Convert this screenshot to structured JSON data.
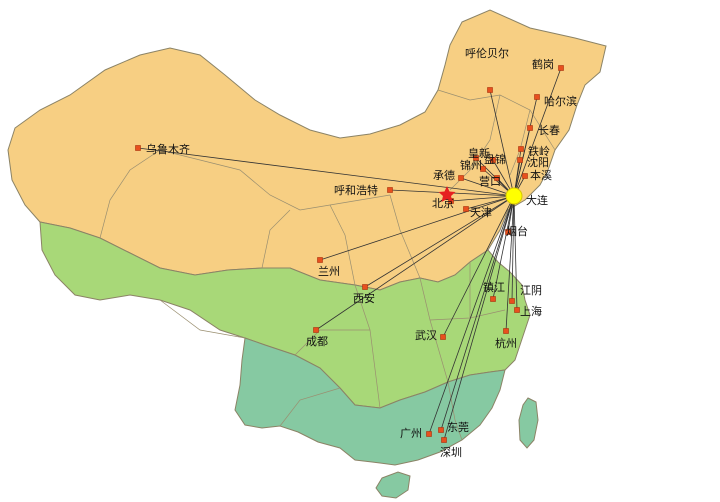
{
  "hub": {
    "name": "大连",
    "color": "#ffff00"
  },
  "capital_marker": {
    "name": "北京",
    "icon": "star-icon",
    "color": "#e62020"
  },
  "regions": [
    {
      "id": "north",
      "color": "#f7cf83"
    },
    {
      "id": "central",
      "color": "#a8d878"
    },
    {
      "id": "south",
      "color": "#86c9a2"
    },
    {
      "id": "taiwan",
      "color": "#86c9a2"
    },
    {
      "id": "hainan",
      "color": "#86c9a2"
    }
  ],
  "colors": {
    "outline": "#8b8366",
    "routes": "#333333",
    "city_marker": "#e8501e"
  },
  "cities": [
    {
      "name": "呼伦贝尔"
    },
    {
      "name": "鹤岗"
    },
    {
      "name": "哈尔滨"
    },
    {
      "name": "长春"
    },
    {
      "name": "乌鲁木齐"
    },
    {
      "name": "皇新"
    },
    {
      "name": "盘锦"
    },
    {
      "name": "铁岭"
    },
    {
      "name": "锦州"
    },
    {
      "name": "沈阳"
    },
    {
      "name": "承德"
    },
    {
      "name": "营口"
    },
    {
      "name": "本溪"
    },
    {
      "name": "呼和浩特"
    },
    {
      "name": "北京"
    },
    {
      "name": "天津"
    },
    {
      "name": "烟台"
    },
    {
      "name": "兰州"
    },
    {
      "name": "西安"
    },
    {
      "name": "镇江"
    },
    {
      "name": "江阴"
    },
    {
      "name": "上海"
    },
    {
      "name": "成都"
    },
    {
      "name": "武汉"
    },
    {
      "name": "杭州"
    },
    {
      "name": "广州"
    },
    {
      "name": "东莞"
    },
    {
      "name": "深圳"
    }
  ]
}
